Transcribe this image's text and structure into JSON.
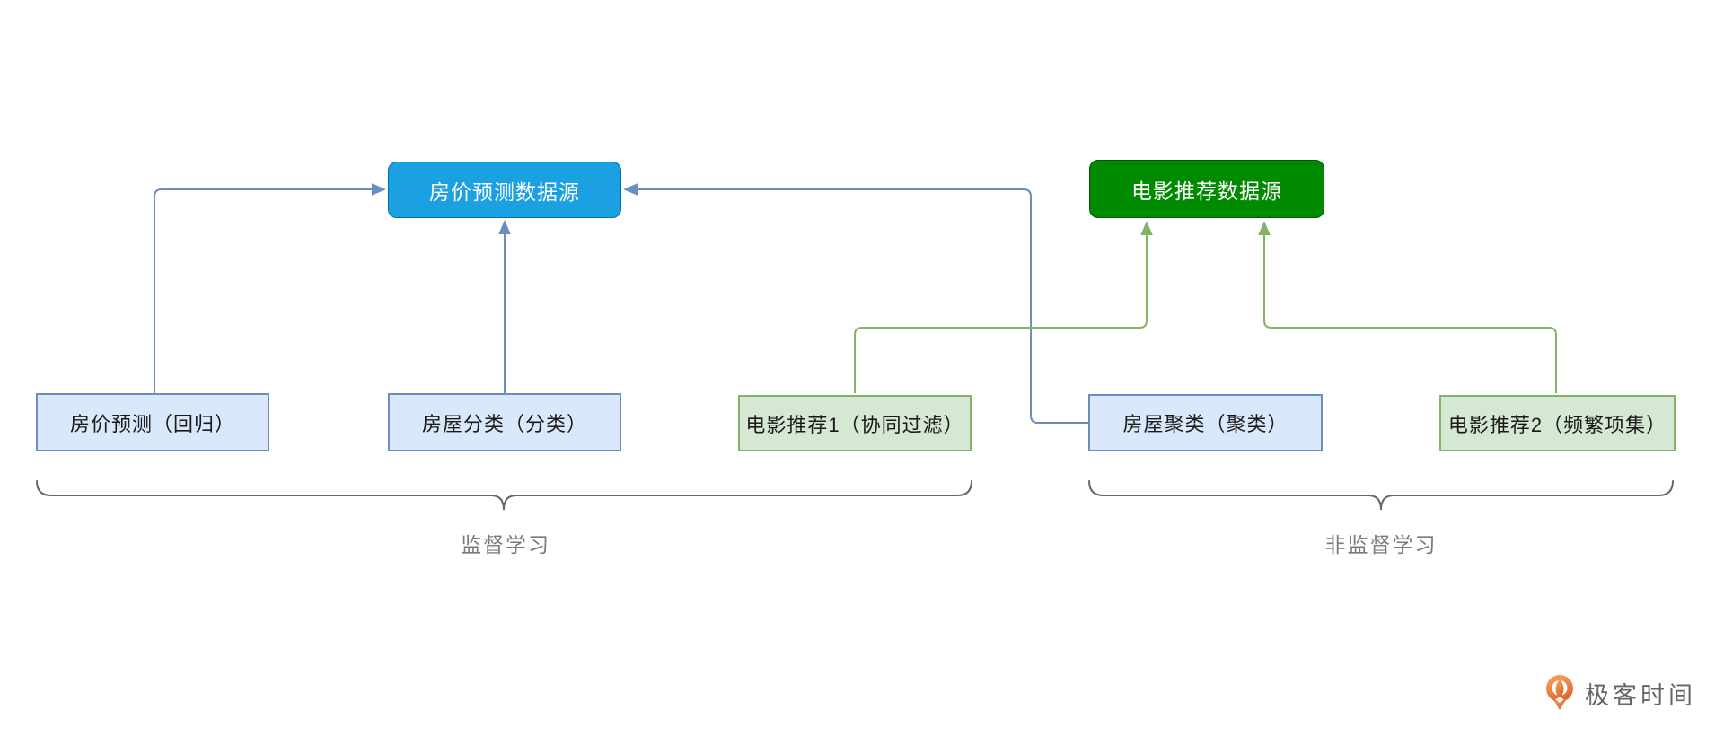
{
  "diagram": {
    "nodes": {
      "house_price_source": {
        "label": "房价预测数据源",
        "style": "solid-blue"
      },
      "movie_rec_source": {
        "label": "电影推荐数据源",
        "style": "solid-green"
      },
      "house_price_regression": {
        "label": "房价预测（回归）",
        "style": "light-blue"
      },
      "house_classification": {
        "label": "房屋分类（分类）",
        "style": "light-blue"
      },
      "movie_rec_1": {
        "label": "电影推荐1（协同过滤）",
        "style": "light-green"
      },
      "house_clustering": {
        "label": "房屋聚类（聚类）",
        "style": "light-blue"
      },
      "movie_rec_2": {
        "label": "电影推荐2（频繁项集）",
        "style": "light-green"
      }
    },
    "edges": [
      {
        "from": "house_price_regression",
        "to": "house_price_source",
        "color": "#6C8EBF"
      },
      {
        "from": "house_classification",
        "to": "house_price_source",
        "color": "#6C8EBF"
      },
      {
        "from": "house_clustering",
        "to": "house_price_source",
        "color": "#6C8EBF"
      },
      {
        "from": "movie_rec_1",
        "to": "movie_rec_source",
        "color": "#82B366"
      },
      {
        "from": "movie_rec_2",
        "to": "movie_rec_source",
        "color": "#82B366"
      }
    ],
    "groups": {
      "supervised": {
        "label": "监督学习",
        "members": [
          "house_price_regression",
          "house_classification",
          "movie_rec_1"
        ]
      },
      "unsupervised": {
        "label": "非监督学习",
        "members": [
          "house_clustering",
          "movie_rec_2"
        ]
      }
    }
  },
  "branding": {
    "logo_text": "极客时间",
    "logo_icon": "geektime-pin-icon"
  },
  "colors": {
    "source_blue_fill": "#1BA1E2",
    "source_blue_stroke": "#006EAF",
    "source_green_fill": "#008A00",
    "source_green_stroke": "#005700",
    "light_blue_fill": "#DAE8FC",
    "light_blue_stroke": "#6C8EBF",
    "light_green_fill": "#D5E8D4",
    "light_green_stroke": "#82B366",
    "edge_blue": "#6C8EBF",
    "edge_green": "#82B366",
    "brace": "#666666",
    "label_text": "#7A7A7A",
    "node_text_dark": "#1A1A1A",
    "node_text_light": "#FFFFFF",
    "logo_text": "#666666",
    "logo_orange_light": "#F5A862",
    "logo_orange_dark": "#E2672F"
  }
}
